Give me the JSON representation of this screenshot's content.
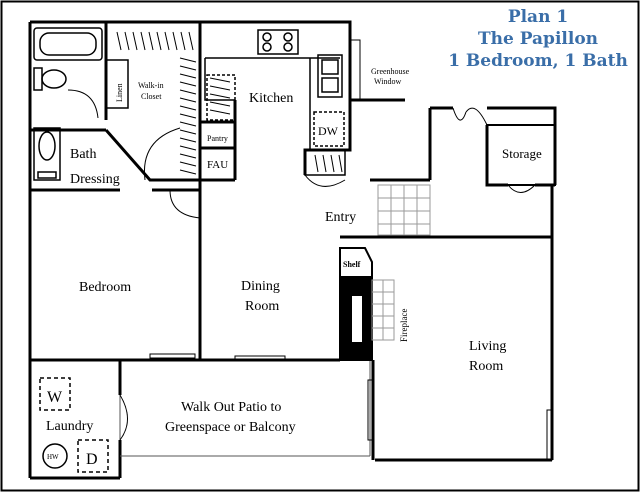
{
  "plan": {
    "name": "Plan 1",
    "model": "The Papillon",
    "size": "1 Bedroom, 1 Bath"
  },
  "rooms": {
    "bath": "Bath",
    "dressing": "Dressing",
    "walk_in_closet_line1": "Walk-in",
    "walk_in_closet_line2": "Closet",
    "linen": "Linen",
    "kitchen": "Kitchen",
    "pantry": "Pantry",
    "fau": "FAU",
    "dw": "DW",
    "greenhouse_line1": "Greenhouse",
    "greenhouse_line2": "Window",
    "storage": "Storage",
    "entry": "Entry",
    "bedroom": "Bedroom",
    "dining_line1": "Dining",
    "dining_line2": "Room",
    "shelf": "Shelf",
    "fireplace": "Fireplace",
    "living_line1": "Living",
    "living_line2": "Room",
    "patio_line1": "Walk Out Patio to",
    "patio_line2": "Greenspace or Balcony",
    "laundry": "Laundry",
    "washer": "W",
    "dryer": "D",
    "water_heater": "HW"
  },
  "colors": {
    "title": "#3a6ea8",
    "walls": "#000000",
    "fireplace_fill": "#000000",
    "tile": "#9a9a9a"
  }
}
